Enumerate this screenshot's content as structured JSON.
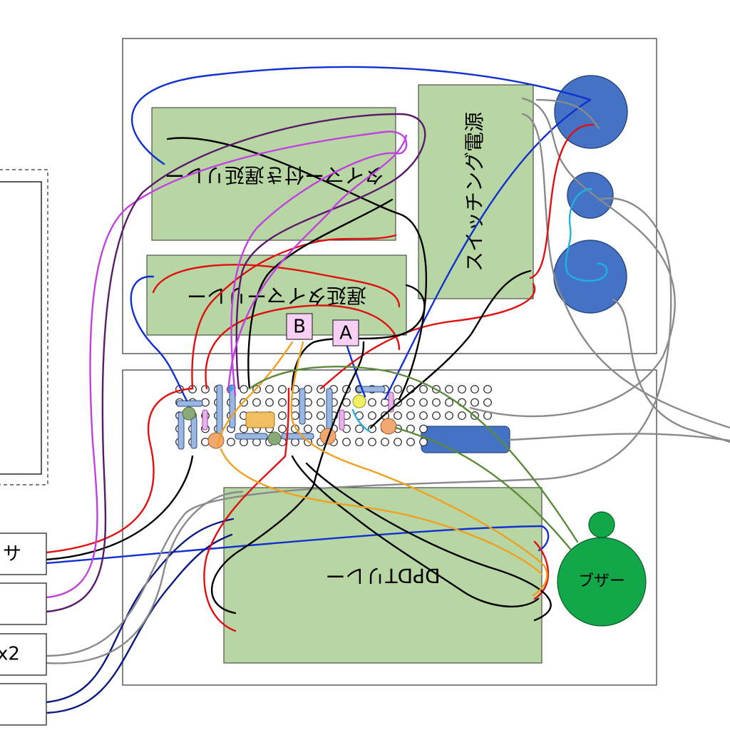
{
  "modules": {
    "timer_relay": "タイマー付き遅延リレー",
    "switching_power": "スイッチング電源",
    "delay_relay": "遅延タイマーリレー",
    "dpdt_relay": "DPDTリレー",
    "buzzer": "ブザー"
  },
  "markers": {
    "a": "A",
    "b": "B"
  },
  "terminals": {
    "sensor": "サ",
    "x2": "x2"
  },
  "colors": {
    "board_fill": "#b7d6a3",
    "knob": "#4472c4",
    "buzzer": "#12a84a",
    "marker_fill": "#f9d0f5",
    "wire_red": "#e01010",
    "wire_black": "#000000",
    "wire_purple": "#c040e0",
    "wire_darkpurple": "#5a1a6a",
    "wire_blue": "#1030d0",
    "wire_navy": "#0a1a80",
    "wire_gray": "#8a8a8a",
    "wire_orange": "#f0a020",
    "wire_green": "#5a8a3a",
    "wire_cyan": "#20b0e0"
  }
}
